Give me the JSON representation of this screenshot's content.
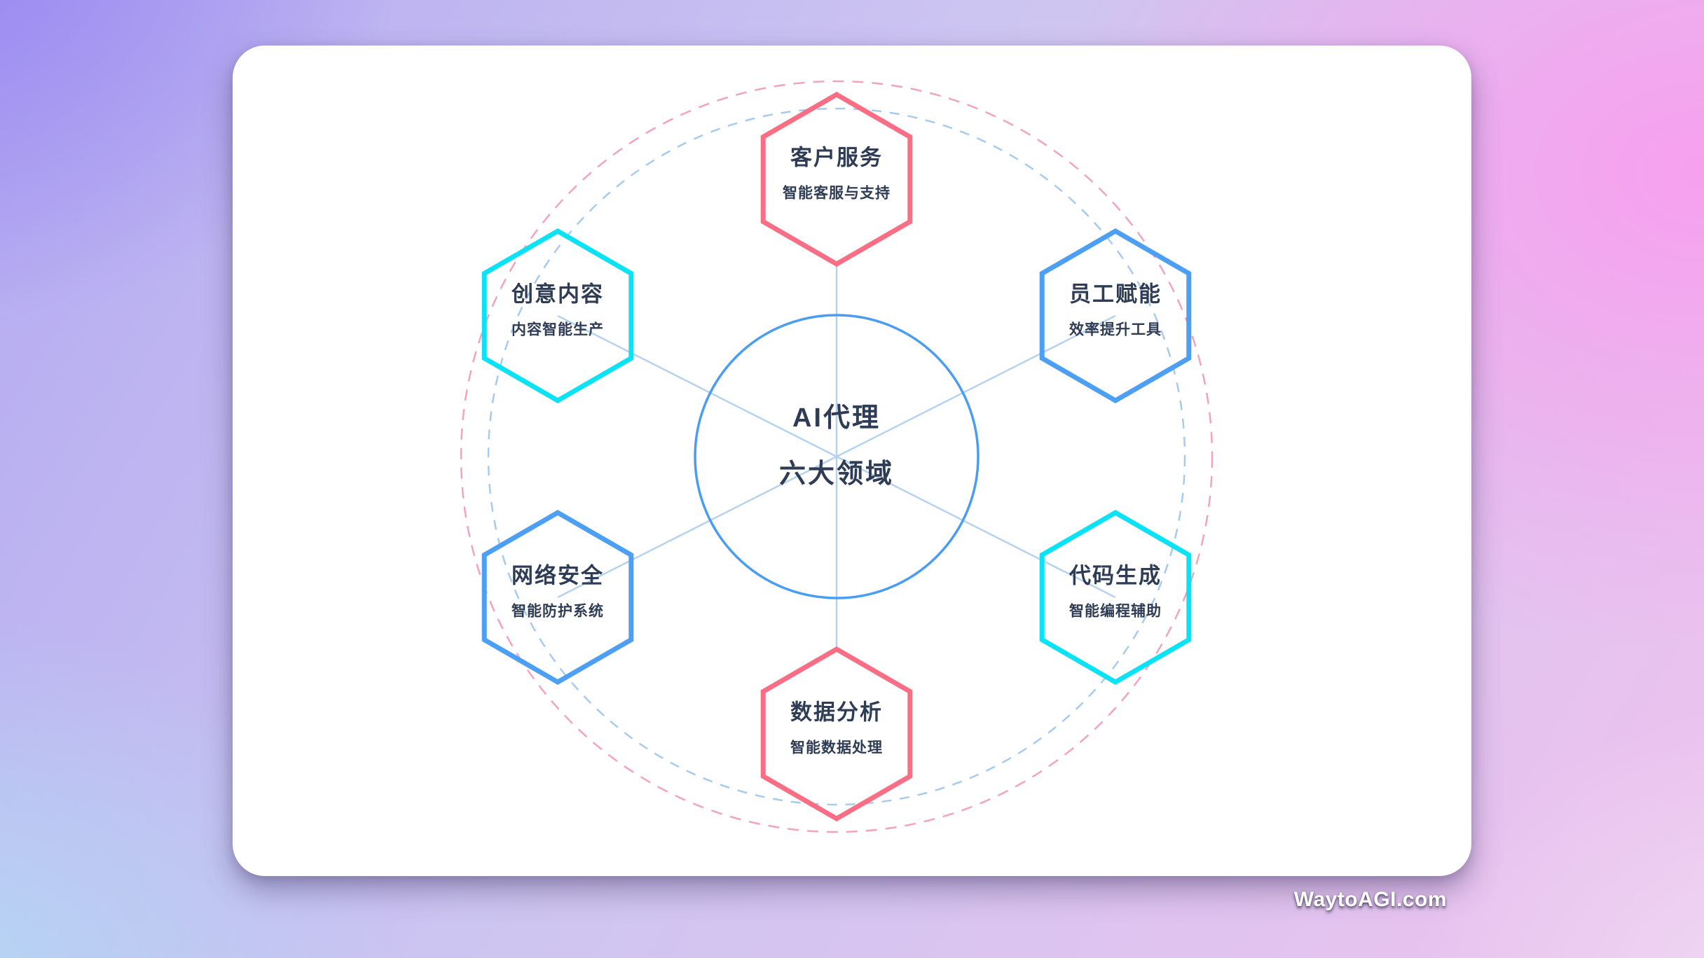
{
  "watermark": {
    "text": "WaytoAGI.com"
  },
  "diagram": {
    "center": {
      "line1": "AI代理",
      "line2": "六大领域",
      "circle_color": "#4a9df0",
      "text_color": "#2e3c55"
    },
    "colors": {
      "outer_dashed_circle": "#f3a4bc",
      "inner_dashed_circle": "#a6cbee",
      "spoke_line": "#b5d2f0",
      "pink": "#f96e84",
      "blue": "#4d9ff3",
      "cyan": "#0be2f5"
    },
    "nodes": [
      {
        "id": "customer-service",
        "position": "top",
        "color_key": "pink",
        "title": "客户服务",
        "subtitle": "智能客服与支持"
      },
      {
        "id": "employee-empowerment",
        "position": "top-right",
        "color_key": "blue",
        "title": "员工赋能",
        "subtitle": "效率提升工具"
      },
      {
        "id": "code-generation",
        "position": "bottom-right",
        "color_key": "cyan",
        "title": "代码生成",
        "subtitle": "智能编程辅助"
      },
      {
        "id": "data-analysis",
        "position": "bottom",
        "color_key": "pink",
        "title": "数据分析",
        "subtitle": "智能数据处理"
      },
      {
        "id": "network-security",
        "position": "bottom-left",
        "color_key": "blue",
        "title": "网络安全",
        "subtitle": "智能防护系统"
      },
      {
        "id": "creative-content",
        "position": "top-left",
        "color_key": "cyan",
        "title": "创意内容",
        "subtitle": "内容智能生产"
      }
    ]
  }
}
